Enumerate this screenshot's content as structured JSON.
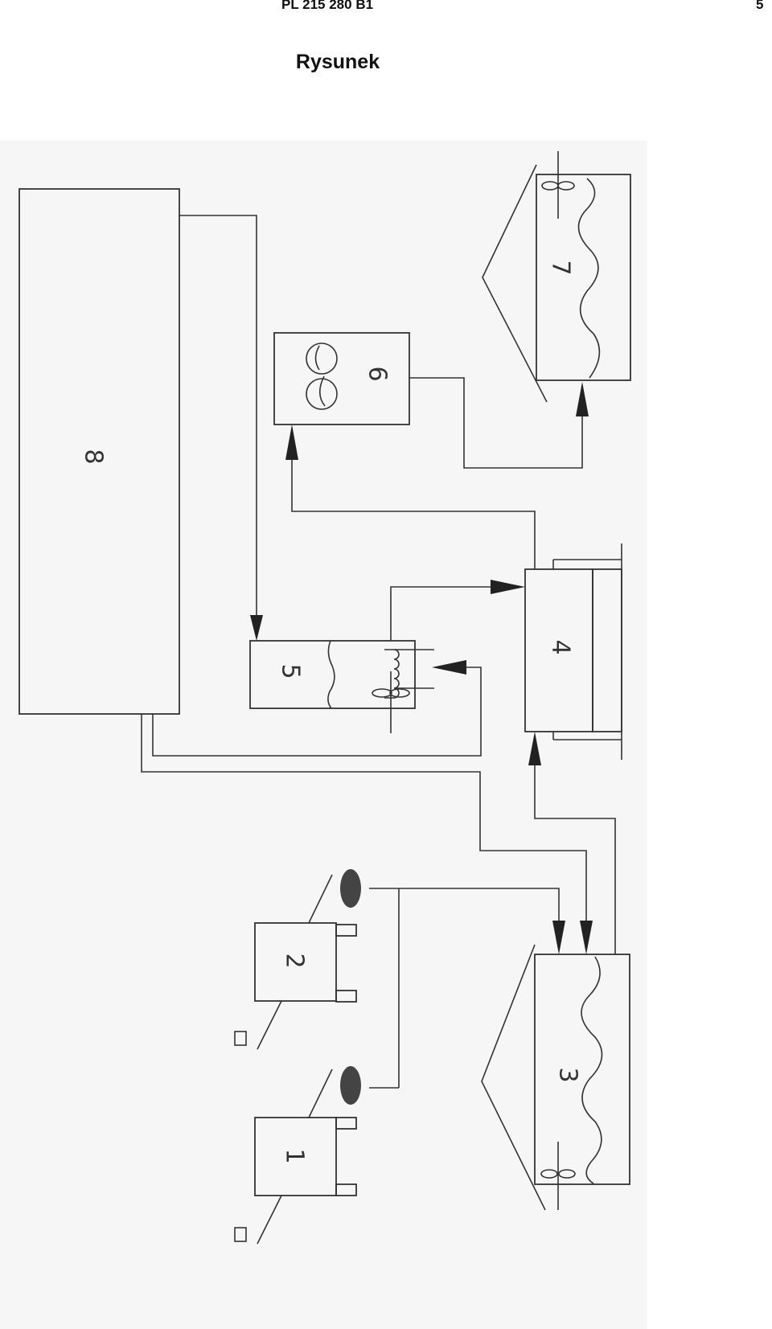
{
  "header": {
    "doc_number": "PL 215 280 B1",
    "page_number": "5"
  },
  "figure": {
    "title": "Rysunek",
    "labels": {
      "u1": "1",
      "u2": "2",
      "u3": "3",
      "u4": "4",
      "u5": "5",
      "u6": "6",
      "u7": "7",
      "u8": "8"
    }
  }
}
